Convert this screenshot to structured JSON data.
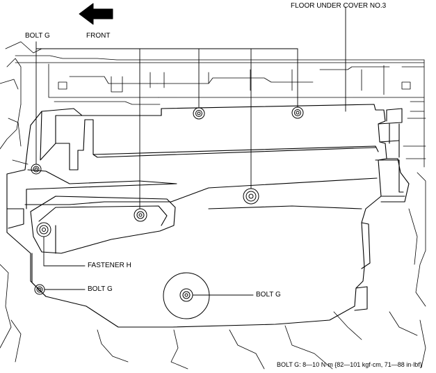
{
  "labels": {
    "front": "FRONT",
    "floor_cover": "FLOOR UNDER COVER NO.3",
    "bolt_top_left": "BOLT G",
    "fastener": "FASTENER H",
    "bolt_bottom_left": "BOLT G",
    "bolt_bottom_center": "BOLT G"
  },
  "spec": "BOLT G: 8—10 N·m {82—101 kgf·cm, 71—88 in·lbf}",
  "colors": {
    "line": "#000000",
    "background": "#ffffff"
  },
  "icons": {
    "direction_arrow": "left-arrow-icon"
  }
}
